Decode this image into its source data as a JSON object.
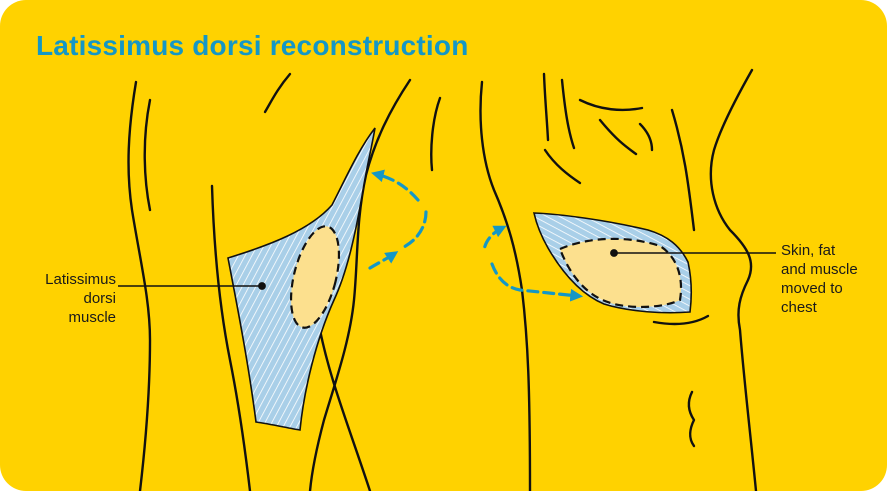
{
  "title": "Latissimus dorsi reconstruction",
  "labels": {
    "left": [
      "Latissimus",
      "dorsi",
      "muscle"
    ],
    "right": [
      "Skin, fat",
      "and muscle",
      "moved to",
      "chest"
    ]
  },
  "colors": {
    "background": "#ffd200",
    "title": "#1497c6",
    "muscle": "#a9cfe8",
    "skin_patch": "#fce08e",
    "arrows": "#1497c6",
    "outline": "#111111"
  }
}
